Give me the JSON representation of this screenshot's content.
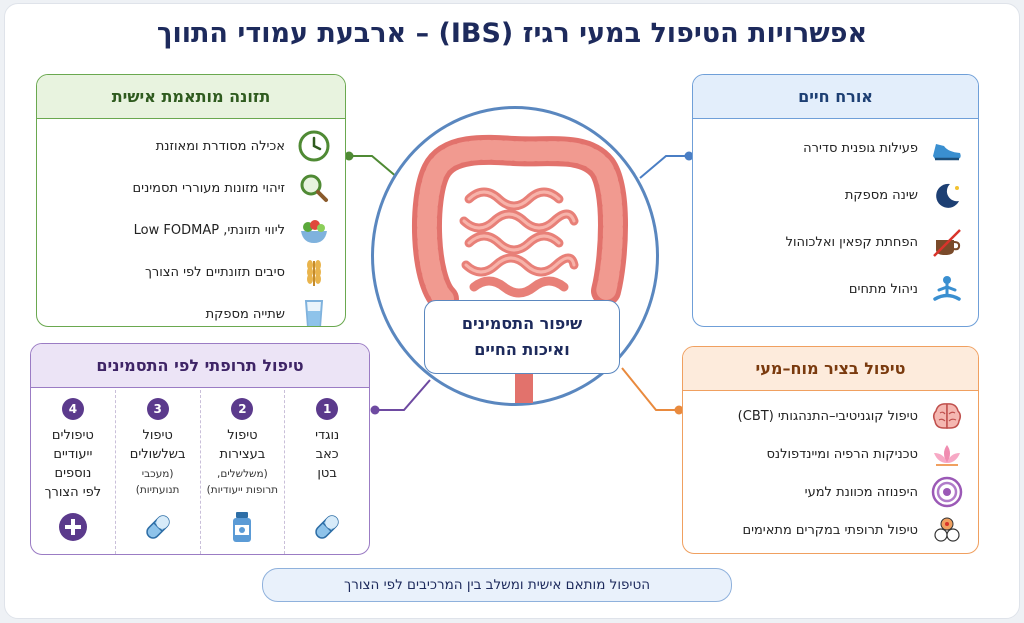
{
  "title": "אפשרויות הטיפול במעי רגיז (IBS) – ארבעת עמודי התווך",
  "center": {
    "line1": "שיפור התסמינים",
    "line2": "ואיכות החיים"
  },
  "diet": {
    "heading": "תזונה מותאמת אישית",
    "items": [
      {
        "label": "אכילה מסודרת ומאוזנת",
        "icon": "clock-icon"
      },
      {
        "label": "זיהוי מזונות מעוררי תסמינים",
        "icon": "magnifier-icon"
      },
      {
        "label": "ליווי תזונתי, Low FODMAP",
        "icon": "salad-icon"
      },
      {
        "label": "סיבים תזונתיים לפי הצורך",
        "icon": "wheat-icon"
      },
      {
        "label": "שתייה מספקת",
        "icon": "water-glass-icon"
      }
    ]
  },
  "lifestyle": {
    "heading": "אורח חיים",
    "items": [
      {
        "label": "פעילות גופנית סדירה",
        "icon": "sneaker-icon"
      },
      {
        "label": "שינה מספקת",
        "icon": "moon-icon"
      },
      {
        "label": "הפחתת קפאין ואלכוהול",
        "icon": "no-coffee-icon"
      },
      {
        "label": "ניהול מתחים",
        "icon": "meditation-icon"
      }
    ]
  },
  "medication": {
    "heading": "טיפול תרופתי לפי התסמינים",
    "columns": [
      {
        "num": "1",
        "title": [
          "נוגדי",
          "כאב",
          "בטן"
        ],
        "sub": [],
        "icon": "capsule-icon"
      },
      {
        "num": "2",
        "title": [
          "טיפול",
          "בעצירות"
        ],
        "sub": [
          "(משלשלים,",
          "תרופות ייעודיות)"
        ],
        "icon": "medicine-bottle-icon"
      },
      {
        "num": "3",
        "title": [
          "טיפול",
          "בשלשולים"
        ],
        "sub": [
          "(מעכבי",
          "תנועתיות)"
        ],
        "icon": "capsule-icon"
      },
      {
        "num": "4",
        "title": [
          "טיפולים",
          "ייעודיים",
          "נוספים",
          "לפי הצורך"
        ],
        "sub": [],
        "icon": "plus-circle-icon"
      }
    ]
  },
  "brain_gut": {
    "heading": "טיפול בציר מוח–מעי",
    "items": [
      {
        "label": "טיפול קוגניטיבי–התנהגותי (CBT)",
        "icon": "brain-icon"
      },
      {
        "label": "טכניקות הרפיה ומיינדפולנס",
        "icon": "lotus-icon"
      },
      {
        "label": "היפנוזה מכוונת למעי",
        "icon": "spiral-icon"
      },
      {
        "label": "טיפול תרופתי במקרים מתאימים",
        "icon": "circles-icon"
      }
    ]
  },
  "footer": "הטיפול מותאם אישית ומשלב בין המרכיבים לפי הצורך",
  "colors": {
    "diet": "#6aa84f",
    "lifestyle": "#6f9fd8",
    "medication": "#9b7cc4",
    "brain_gut": "#f0a060",
    "title": "#1d2a5c"
  }
}
